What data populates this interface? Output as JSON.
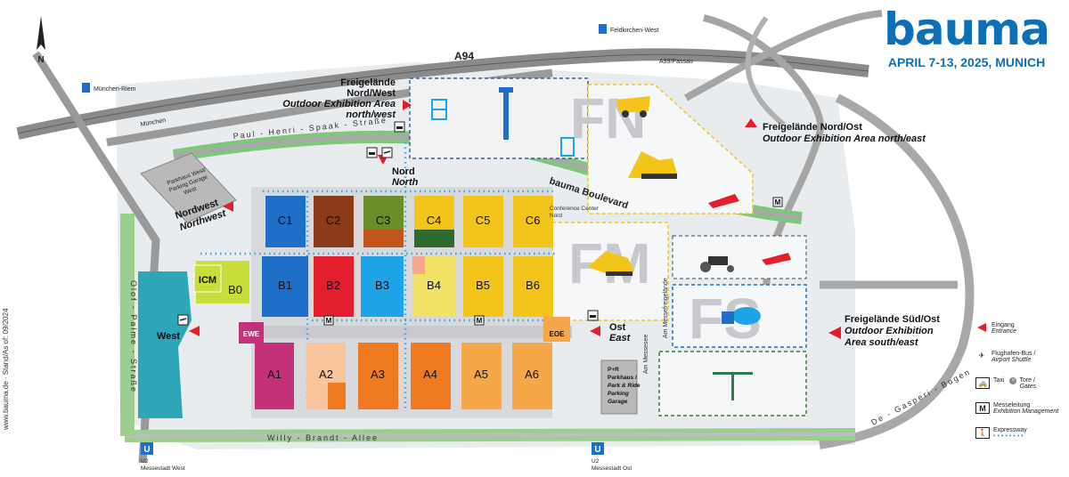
{
  "brand": {
    "name": "bauma",
    "date": "APRIL 7-13, 2025, MUNICH",
    "color": "#0f6fb6"
  },
  "compass": "N",
  "roads": {
    "a94": "A94",
    "a99": "A99/Passau",
    "feldkirchen": "Feldkirchen-West",
    "muenchen_riem": "München-Riem",
    "muenchen": "München",
    "paul_henri": "Paul - Henri - Spaak - Straße",
    "willy_brandt": "Willy - Brandt - Allee",
    "olof_palme": "Olof - Palme - Straße",
    "am_messesee": "Am Messesee",
    "am_messefreigelaende": "Am Messefreigelände",
    "de_gasperi": "De - Gasperi - Bogen",
    "bauma_boulevard": "bauma Boulevard"
  },
  "halls": {
    "c": [
      "C1",
      "C2",
      "C3",
      "C4",
      "C5",
      "C6"
    ],
    "b": [
      "B0",
      "B1",
      "B2",
      "B3",
      "B4",
      "B5",
      "B6"
    ],
    "a": [
      "A1",
      "A2",
      "A3",
      "A4",
      "A5",
      "A6"
    ],
    "icm": "ICM",
    "ewe": "EWE",
    "eoe": "EOE",
    "conference": [
      "Conference Center",
      "Nord"
    ]
  },
  "areas": {
    "fn": "FN",
    "fm": "FM",
    "fs": "FS"
  },
  "labels": {
    "nordwest_title": [
      "Freigelände",
      "Nord/West"
    ],
    "nordwest_sub": [
      "Outdoor Exhibition Area",
      "north/west"
    ],
    "nordost_title": "Freigelände Nord/Ost",
    "nordost_sub": "Outdoor Exhibition Area north/east",
    "suedost_title": "Freigelände Süd/Ost",
    "suedost_sub": [
      "Outdoor Exhibition",
      "Area south/east"
    ],
    "nord": "Nord",
    "north": "North",
    "nordwest": "Nordwest",
    "northwest": "Northwest",
    "west": "West",
    "ost": "Ost",
    "east": "East",
    "parkhaus_west": [
      "Parkhaus West/",
      "Parking Garage",
      "West"
    ],
    "parkhaus_pr": [
      "P+R",
      "Parkhaus /",
      "Park & Ride",
      "Parking",
      "Garage"
    ],
    "u2_west": [
      "U2",
      "Messestadt West"
    ],
    "u2_ost": [
      "U2",
      "Messestadt Ost"
    ],
    "u": "U"
  },
  "legend": {
    "entrance": [
      "Eingang",
      "Entrance"
    ],
    "shuttle": [
      "Flughafen-Bus /",
      "Airport Shuttle"
    ],
    "taxi": "Taxi",
    "gates": [
      "Tore /",
      "Gates"
    ],
    "management": [
      "Messeleitung",
      "Exhibition Management"
    ],
    "expressway": "Expressway",
    "m": "M"
  },
  "copyright": "www.bauma.de · Stand/As of: 09/2024",
  "colors": {
    "hall_grey": "#dcdcdc",
    "green": "#7ec77b",
    "blue": "#1e6fc8",
    "brown": "#8b3a1a",
    "olive": "#6b8e2b",
    "yellow": "#f3c419",
    "red": "#e31e2d",
    "sky": "#1ea4e6",
    "orange": "#f07a22",
    "peach": "#f8c49c",
    "light_orange": "#f5a74a",
    "lime": "#c9dd3b",
    "magenta": "#c2317a",
    "entrance_red": "#e31e2d"
  }
}
